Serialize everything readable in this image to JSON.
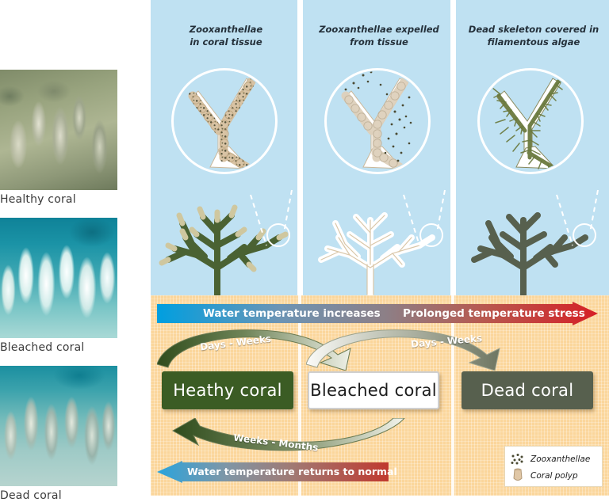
{
  "photos": [
    {
      "id": "healthy-coral-photo",
      "caption": "Healthy coral"
    },
    {
      "id": "bleached-coral-photo",
      "caption": "Bleached coral"
    },
    {
      "id": "dead-coral-photo",
      "caption": "Dead coral"
    }
  ],
  "columns": [
    {
      "heading_line1": "Zooxanthellae",
      "heading_line2": "in coral tissue"
    },
    {
      "heading_line1": "Zooxanthellae expelled",
      "heading_line2": "from tissue"
    },
    {
      "heading_line1": "Dead skeleton covered in",
      "heading_line2": "filamentous algae"
    }
  ],
  "temperature_bar": {
    "label_left": "Water temperature increases",
    "label_right": "Prolonged temperature stress",
    "color_start": "#009fe0",
    "color_end": "#d61f26"
  },
  "return_bar": {
    "label": "Water temperature returns to normal",
    "color_start": "#2aa4dd",
    "color_end": "#c0392f"
  },
  "states": [
    {
      "label": "Heathy coral",
      "color": "#3b5c24"
    },
    {
      "label": "Bleached coral",
      "color": "#ffffff"
    },
    {
      "label": "Dead coral",
      "color": "#57604e"
    }
  ],
  "transitions": [
    {
      "label": "Days - Weeks",
      "direction": "forward"
    },
    {
      "label": "Days - Weeks",
      "direction": "forward"
    },
    {
      "label": "Weeks - Months",
      "direction": "reverse"
    }
  ],
  "legend": {
    "items": [
      {
        "icon": "zooxanthellae-dots-icon",
        "label": "Zooxanthellae"
      },
      {
        "icon": "coral-polyp-icon",
        "label": "Coral polyp"
      }
    ]
  },
  "colors": {
    "sky": "#bfe1f2",
    "sand": "#fbd69b",
    "healthy_coral": "#4a6233",
    "bleached_coral": "#ffffff",
    "dead_coral": "#57604e",
    "polyp_tan": "#d9c3a2",
    "algae_green": "#6b7a3f"
  }
}
